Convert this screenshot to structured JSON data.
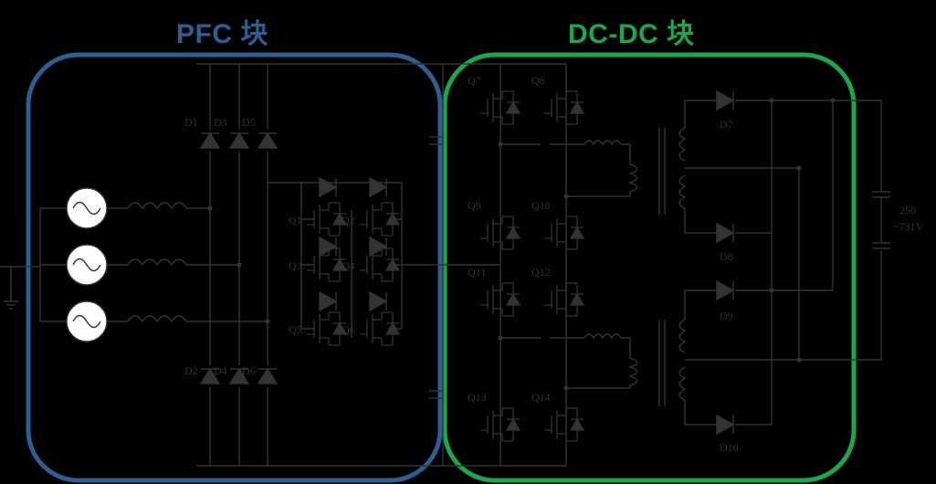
{
  "blocks": {
    "pfc": {
      "title": "PFC 块",
      "color": "#2e5f93"
    },
    "dcdc": {
      "title": "DC-DC 块",
      "color": "#19a84a"
    }
  },
  "wire_color": "#333333",
  "pfc_diodes_top": [
    "D1",
    "D3",
    "D5"
  ],
  "pfc_diodes_bottom": [
    "D2",
    "D4",
    "D6"
  ],
  "pfc_switches": [
    "Q1",
    "Q2",
    "Q3",
    "Q4",
    "Q5",
    "Q6"
  ],
  "dcdc_switches": [
    "Q7",
    "Q8",
    "Q9",
    "Q10",
    "Q11",
    "Q12",
    "Q13",
    "Q14"
  ],
  "rectifier_diodes": [
    "D7",
    "D8",
    "D9",
    "D10"
  ],
  "output": {
    "line1": "250",
    "line2": "~731V"
  }
}
